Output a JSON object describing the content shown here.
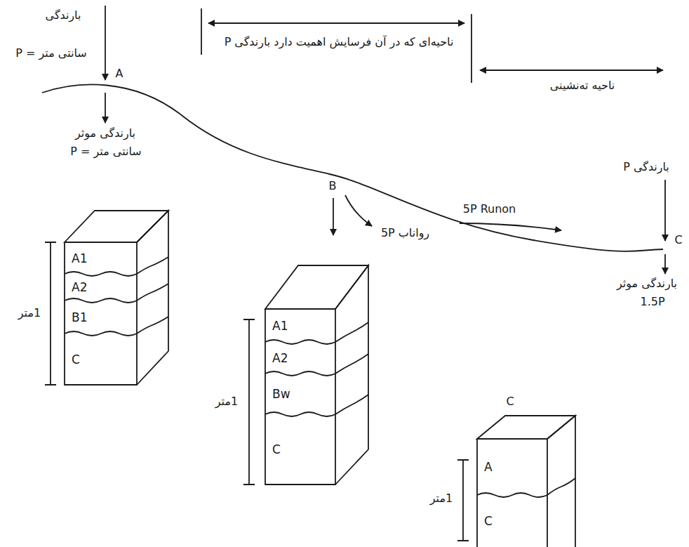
{
  "diagram": {
    "nodes": [
      {
        "text": [
          "A1"
        ]
      },
      {
        "text": [
          "A2"
        ]
      },
      {
        "text": [
          "B1"
        ]
      },
      {
        "text": [
          "C"
        ]
      },
      {
        "text": [
          "A1"
        ]
      },
      {
        "text": [
          "A2"
        ]
      },
      {
        "text": [
          "Bw"
        ]
      },
      {
        "text": [
          "C"
        ]
      },
      {
        "text": [
          "A"
        ]
      },
      {
        "text": [
          "C"
        ]
      }
    ],
    "labels": [
      "بارندگی",
      "P = سانتی متر",
      "A",
      "بارندگی موثر",
      "P = سانتی متر",
      "ناحیه‌ای که در آن فرسایش اهمیت دارد بارندگی P",
      "ناحیه ته‌نشینی",
      "B",
      "رواناب 5P",
      "5P Runon",
      "بارندگی P",
      "C",
      "بارندگی موثر",
      "1.5P",
      "1متر",
      "1متر",
      "C",
      "1متر"
    ]
  }
}
